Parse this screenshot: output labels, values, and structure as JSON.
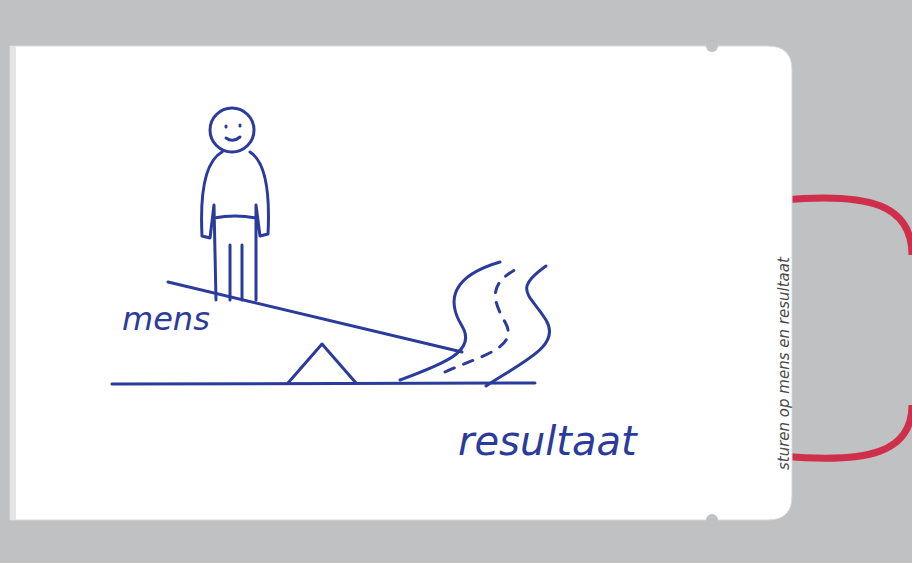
{
  "diagram": {
    "labels": [
      "mens",
      "resultaat",
      "sturen op mens en resultaat"
    ]
  }
}
